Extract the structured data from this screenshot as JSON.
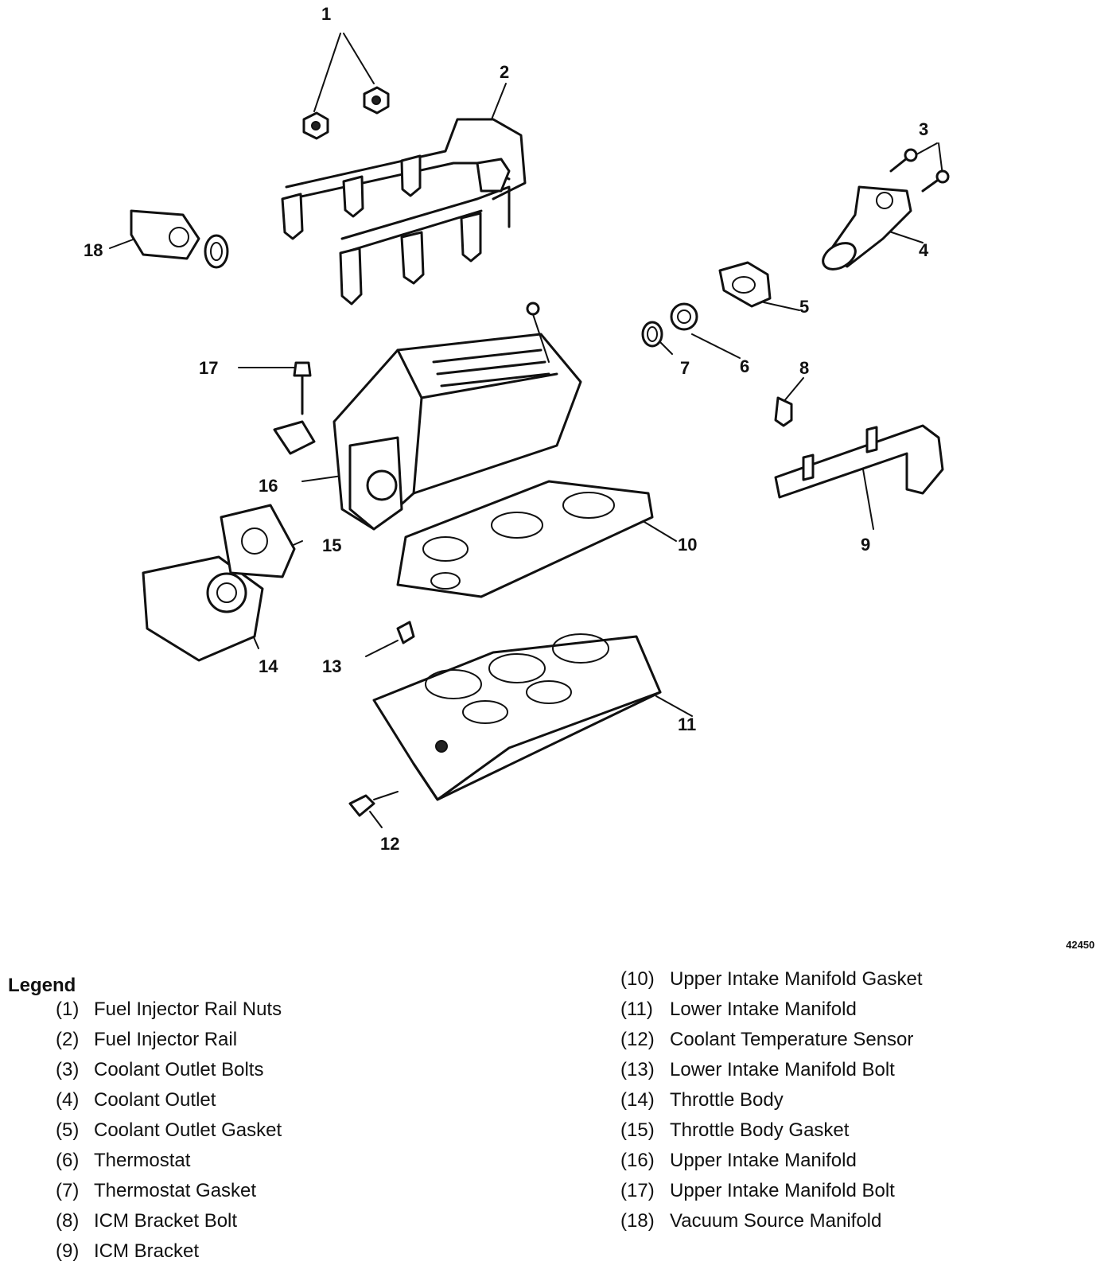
{
  "figure_id": "42450",
  "callouts": [
    "1",
    "2",
    "3",
    "4",
    "5",
    "6",
    "7",
    "8",
    "9",
    "10",
    "11",
    "12",
    "13",
    "14",
    "15",
    "16",
    "17",
    "18"
  ],
  "legend": {
    "title": "Legend",
    "items": [
      {
        "num": "(1)",
        "label": "Fuel Injector Rail Nuts"
      },
      {
        "num": "(2)",
        "label": "Fuel Injector Rail"
      },
      {
        "num": "(3)",
        "label": "Coolant Outlet Bolts"
      },
      {
        "num": "(4)",
        "label": "Coolant Outlet"
      },
      {
        "num": "(5)",
        "label": "Coolant Outlet Gasket"
      },
      {
        "num": "(6)",
        "label": "Thermostat"
      },
      {
        "num": "(7)",
        "label": "Thermostat Gasket"
      },
      {
        "num": "(8)",
        "label": "ICM Bracket Bolt"
      },
      {
        "num": "(9)",
        "label": "ICM Bracket"
      },
      {
        "num": "(10)",
        "label": "Upper Intake Manifold Gasket"
      },
      {
        "num": "(11)",
        "label": "Lower Intake Manifold"
      },
      {
        "num": "(12)",
        "label": "Coolant Temperature Sensor"
      },
      {
        "num": "(13)",
        "label": "Lower Intake Manifold Bolt"
      },
      {
        "num": "(14)",
        "label": "Throttle Body"
      },
      {
        "num": "(15)",
        "label": "Throttle Body Gasket"
      },
      {
        "num": "(16)",
        "label": "Upper Intake Manifold"
      },
      {
        "num": "(17)",
        "label": "Upper Intake Manifold Bolt"
      },
      {
        "num": "(18)",
        "label": "Vacuum Source Manifold"
      }
    ]
  }
}
